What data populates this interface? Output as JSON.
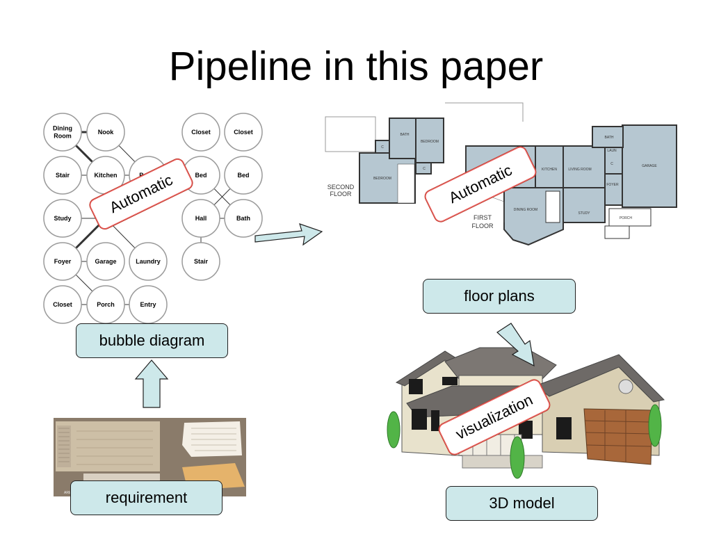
{
  "slide": {
    "title": "Pipeline in this paper",
    "labels": {
      "bubble_diagram": "bubble diagram",
      "floor_plans": "floor plans",
      "requirement": "requirement",
      "model_3d": "3D model"
    },
    "tags": {
      "automatic_1": "Automatic",
      "automatic_2": "Automatic",
      "visualization": "visualization"
    }
  },
  "bubble_diagram": {
    "bubbles": [
      "Dining Room",
      "Nook",
      "Closet",
      "Closet",
      "Stair",
      "Kitchen",
      "Porch",
      "Bed",
      "Bed",
      "Study",
      "Hall",
      "Bath",
      "Foyer",
      "Garage",
      "Laundry",
      "Stair",
      "Closet",
      "Porch",
      "Entry"
    ]
  },
  "floor_plans": {
    "second_floor_label": "SECOND FLOOR",
    "first_floor_label": "FIRST FLOOR",
    "rooms": [
      "BATH",
      "BEDROOM",
      "BEDROOM",
      "C",
      "C",
      "KITCHEN",
      "LIVING ROOM",
      "DINING ROOM",
      "STUDY",
      "FOYER",
      "GARAGE",
      "BATH",
      "LAUN",
      "C",
      "PORCH"
    ]
  },
  "requirement_image": {
    "caption": "ARE LIFESTYLE"
  }
}
